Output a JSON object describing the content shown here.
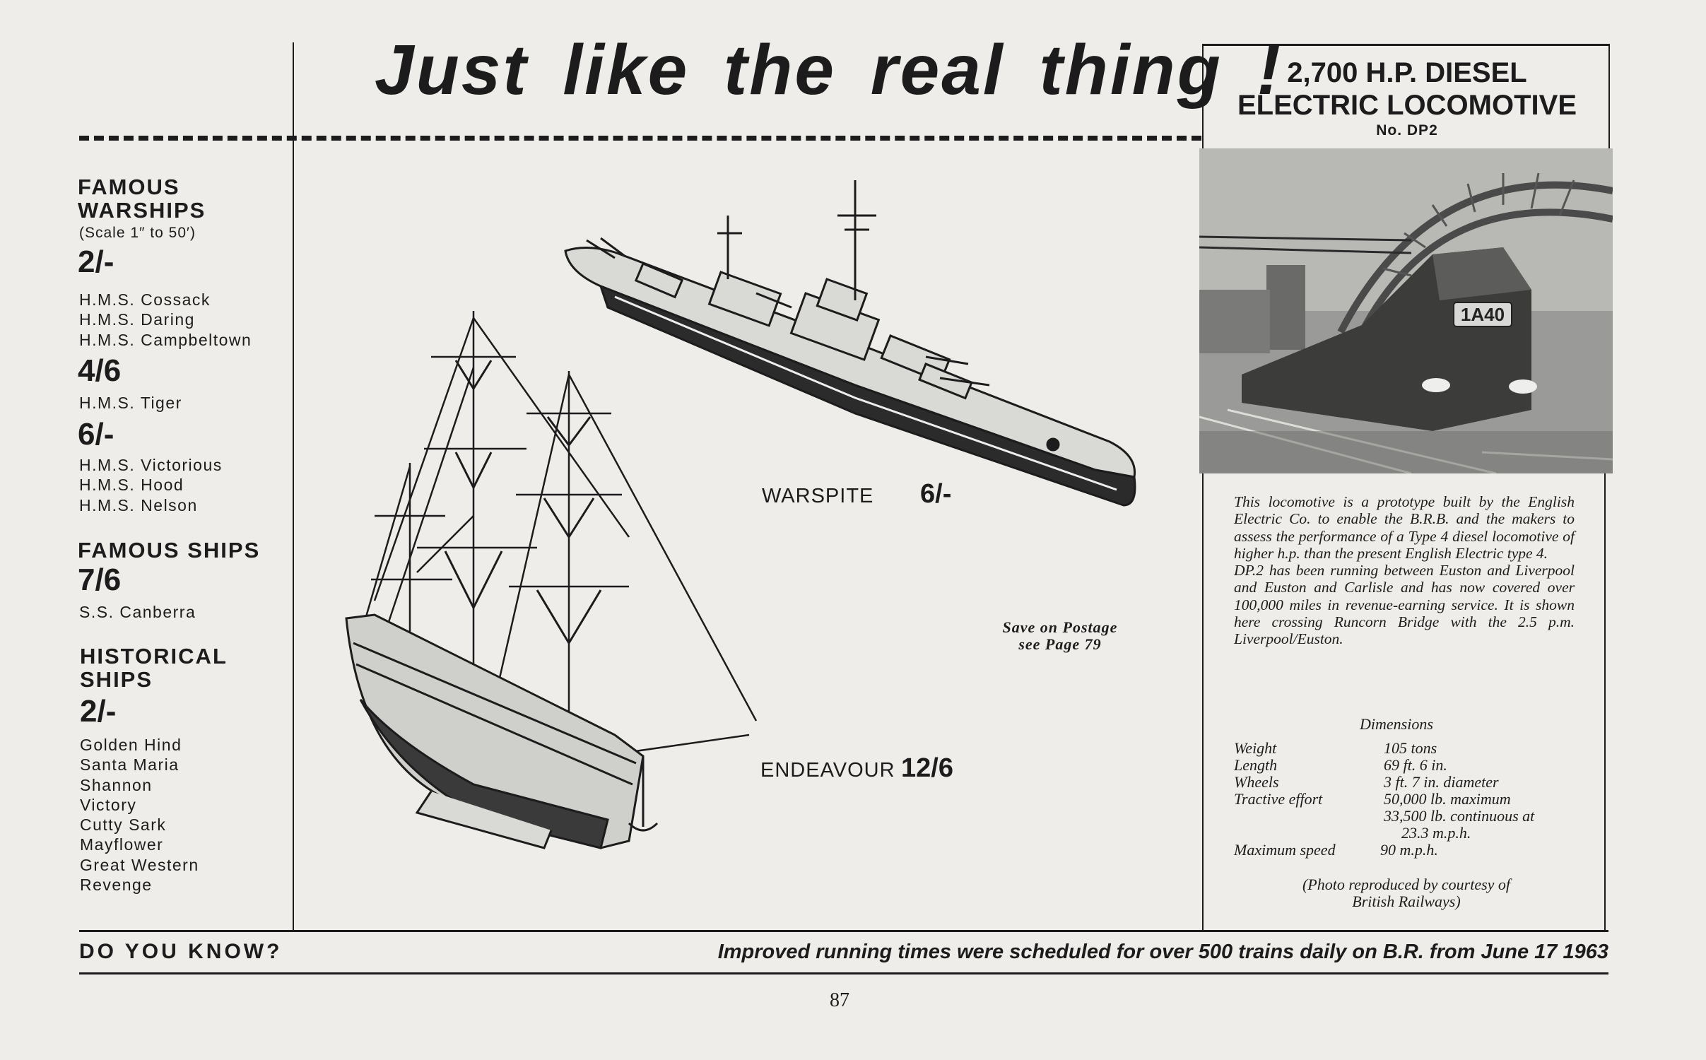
{
  "headline": "Just like the real thing !",
  "left": {
    "warships_title_1": "FAMOUS",
    "warships_title_2": "WARSHIPS",
    "warships_scale": "(Scale 1″ to 50′)",
    "group1_price": "2/-",
    "group1_items": [
      "H.M.S. Cossack",
      "H.M.S. Daring",
      "H.M.S. Campbeltown"
    ],
    "group2_price": "4/6",
    "group2_items": [
      "H.M.S. Tiger"
    ],
    "group3_price": "6/-",
    "group3_items": [
      "H.M.S. Victorious",
      "H.M.S. Hood",
      "H.M.S. Nelson"
    ],
    "ships_title": "FAMOUS SHIPS",
    "ships_price": "7/6",
    "ships_items": [
      "S.S. Canberra"
    ],
    "historical_title_1": "HISTORICAL",
    "historical_title_2": "SHIPS",
    "historical_price": "2/-",
    "historical_items": [
      "Golden Hind",
      "Santa Maria",
      "Shannon",
      "Victory",
      "Cutty Sark",
      "Mayflower",
      "Great Western",
      "Revenge"
    ]
  },
  "center": {
    "warspite_label": "WARSPITE",
    "warspite_price": "6/-",
    "endeavour_label": "ENDEAVOUR",
    "endeavour_price": "12/6",
    "postage_line1": "Save on Postage",
    "postage_line2": "see Page 79"
  },
  "right": {
    "title_line1": "2,700 H.P. DIESEL",
    "title_line2": "ELECTRIC LOCOMOTIVE",
    "title_line3": "No. DP2",
    "headcode": "1A40",
    "description_p1": "This locomotive is a prototype built by the English Electric Co. to enable the B.R.B. and the makers to assess the performance of a Type 4 diesel locomotive of higher h.p. than the present English Electric type 4.",
    "description_p2": "DP.2 has been running between Euston and Liverpool and Euston and Carlisle and has now covered over 100,000 miles in revenue-earning service. It is shown here crossing Runcorn Bridge with the 2.5 p.m. Liverpool/Euston.",
    "dimensions_title": "Dimensions",
    "dimensions": [
      {
        "label": "Weight",
        "value": "105 tons"
      },
      {
        "label": "Length",
        "value": "69 ft. 6 in."
      },
      {
        "label": "Wheels",
        "value": "3 ft. 7 in. diameter"
      },
      {
        "label": "Tractive effort",
        "value": "50,000 lb. maximum"
      },
      {
        "label": "",
        "value": "33,500 lb. continuous at"
      },
      {
        "label": "",
        "value": "23.3 m.p.h."
      },
      {
        "label": "Maximum speed",
        "value": "90 m.p.h."
      }
    ],
    "credit_line1": "(Photo reproduced by courtesy of",
    "credit_line2": "British Railways)"
  },
  "footer": {
    "do_you_know": "DO YOU KNOW?",
    "fact": "Improved running times were scheduled for over 500 trains daily on B.R. from June 17 1963",
    "page_number": "87"
  }
}
